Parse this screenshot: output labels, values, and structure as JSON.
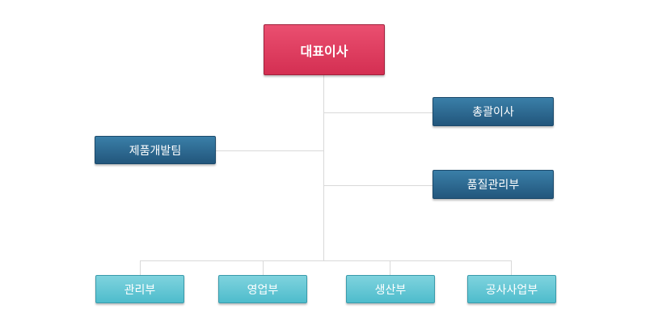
{
  "chart": {
    "ceo": {
      "label": "대표이사"
    },
    "right_nodes": [
      {
        "label": "총괄이사"
      },
      {
        "label": "품질관리부"
      }
    ],
    "left_nodes": [
      {
        "label": "제품개발팀"
      }
    ],
    "bottom_nodes": [
      {
        "label": "관리부"
      },
      {
        "label": "영업부"
      },
      {
        "label": "생산부"
      },
      {
        "label": "공사사업부"
      }
    ]
  },
  "colors": {
    "ceo_top": "#ea4f70",
    "ceo_bottom": "#d42f52",
    "blue_top": "#3a7fa8",
    "blue_bottom": "#22567c",
    "teal_top": "#7fd3de",
    "teal_bottom": "#4ebccc",
    "line": "#d9d9d9"
  }
}
